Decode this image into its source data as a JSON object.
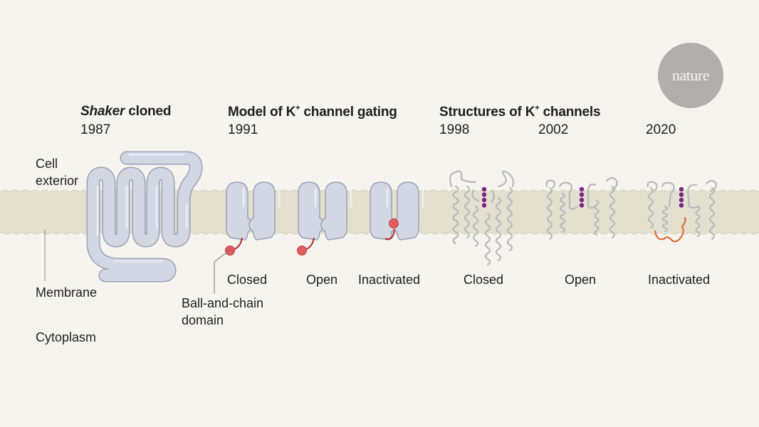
{
  "logo": {
    "text": "nature"
  },
  "sections": {
    "shaker": {
      "title_italic": "Shaker",
      "title_rest": " cloned",
      "year": "1987"
    },
    "model": {
      "title_pre": "Model of K",
      "title_sup": "+",
      "title_post": " channel gating",
      "year": "1991",
      "states": [
        "Closed",
        "Open",
        "Inactivated"
      ]
    },
    "structures": {
      "title_pre": "Structures of K",
      "title_sup": "+",
      "title_post": " channels",
      "years": [
        "1998",
        "2002",
        "2020"
      ],
      "states": [
        "Closed",
        "Open",
        "Inactivated"
      ]
    }
  },
  "labels": {
    "cell_exterior_1": "Cell",
    "cell_exterior_2": "exterior",
    "membrane": "Membrane",
    "cytoplasm": "Cytoplasm",
    "ball_chain_1": "Ball-and-chain",
    "ball_chain_2": "domain"
  },
  "colors": {
    "background": "#f5f4ee",
    "membrane": "#e3e0cf",
    "protein_fill": "#d3d7e3",
    "protein_stroke": "#9aa2b6",
    "ball": "#e05a5e",
    "chain": "#b52a2e",
    "ions": "#7b2585",
    "ribbon": "#b9b9b9",
    "inactivation_loop": "#e0622a",
    "logo": "#b0afab"
  }
}
